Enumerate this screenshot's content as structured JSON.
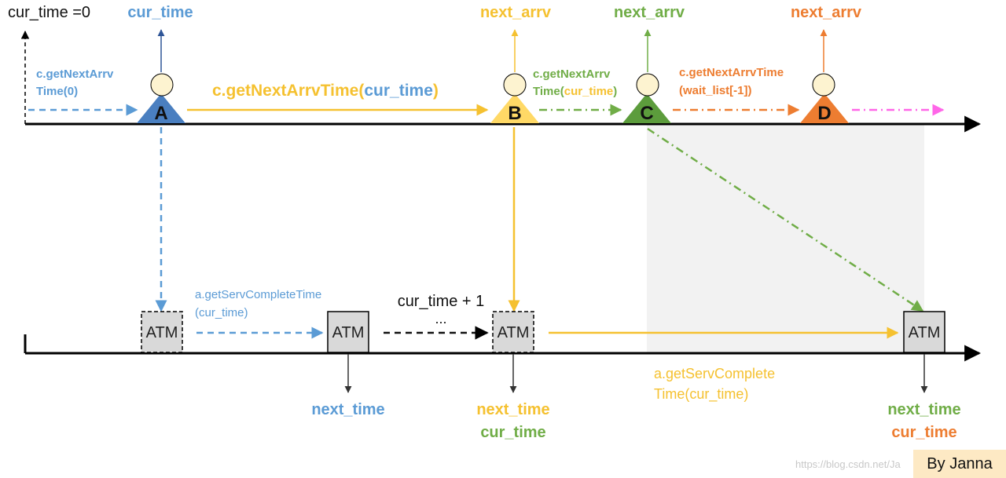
{
  "colors": {
    "blue": "#5b9bd5",
    "yellow": "#f5c130",
    "green": "#70ad47",
    "orange": "#ed7d31",
    "magenta": "#ff66e8",
    "black": "#000000",
    "shade": "#f2f2f2",
    "node_fill": "#fdf3d0"
  },
  "header": {
    "cur_time_zero": "cur_time =0",
    "cur_time_a": "cur_time",
    "next_arrv_b": "next_arrv",
    "next_arrv_c": "next_arrv",
    "next_arrv_d": "next_arrv"
  },
  "nodes": {
    "a": "A",
    "b": "B",
    "c": "C",
    "d": "D"
  },
  "edges_top": {
    "to_a_line1": "c.getNextArrv",
    "to_a_line2": "Time(0)",
    "a_to_b_part1": "c.getNextArrvTime(",
    "a_to_b_part2": "cur_time",
    "a_to_b_part3": ")",
    "b_to_c_line1": "c.getNextArrv",
    "b_to_c_line2a": "Time(",
    "b_to_c_line2b": "cur_time",
    "b_to_c_line2c": ")",
    "c_to_d_line1": "c.getNextArrvTime",
    "c_to_d_line2": "(wait_list[-1])"
  },
  "atm": {
    "box1": "ATM",
    "box2": "ATM",
    "box3": "ATM",
    "box4": "ATM"
  },
  "edges_bottom": {
    "serv1_line1": "a.getServCompleteTime",
    "serv1_line2": "(cur_time)",
    "plus_one": "cur_time + 1",
    "ellipsis": "...",
    "serv2_line1": "a.getServComplete",
    "serv2_line2": "Time(cur_time)"
  },
  "bottom_labels": {
    "next_time_1": "next_time",
    "next_time_2": "next_time",
    "cur_time_2": "cur_time",
    "next_time_3": "next_time",
    "cur_time_3": "cur_time"
  },
  "watermark": {
    "url": "https://blog.csdn.net/Ja",
    "credit": "By Janna"
  }
}
